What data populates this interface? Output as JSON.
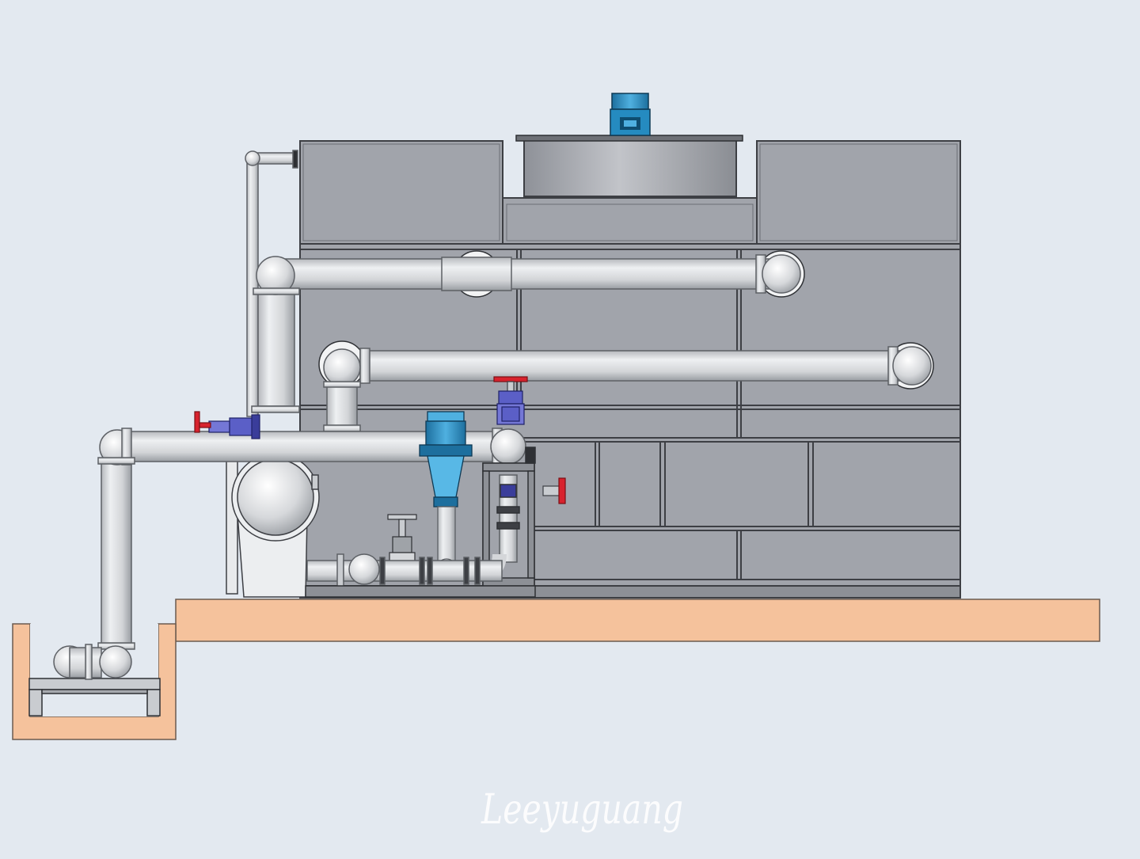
{
  "drawing": {
    "subject": "cooling-tower-pump-station-elevation",
    "view": "front-elevation"
  },
  "signature": {
    "text": "Leeyuguang",
    "style": "handwritten"
  },
  "colors": {
    "background": "#e3e9f0",
    "tower_panel": "#a1a4ab",
    "tower_edge": "#3d3f44",
    "pipe": "#d4d6d9",
    "pipe_shadow": "#9fa3a8",
    "motor_blue": "#2f8fc4",
    "valve_red": "#d8222d",
    "valve_blue": "#5b5fc7",
    "foundation": "#f5c29c",
    "foundation_edge": "#6b5a4f"
  }
}
